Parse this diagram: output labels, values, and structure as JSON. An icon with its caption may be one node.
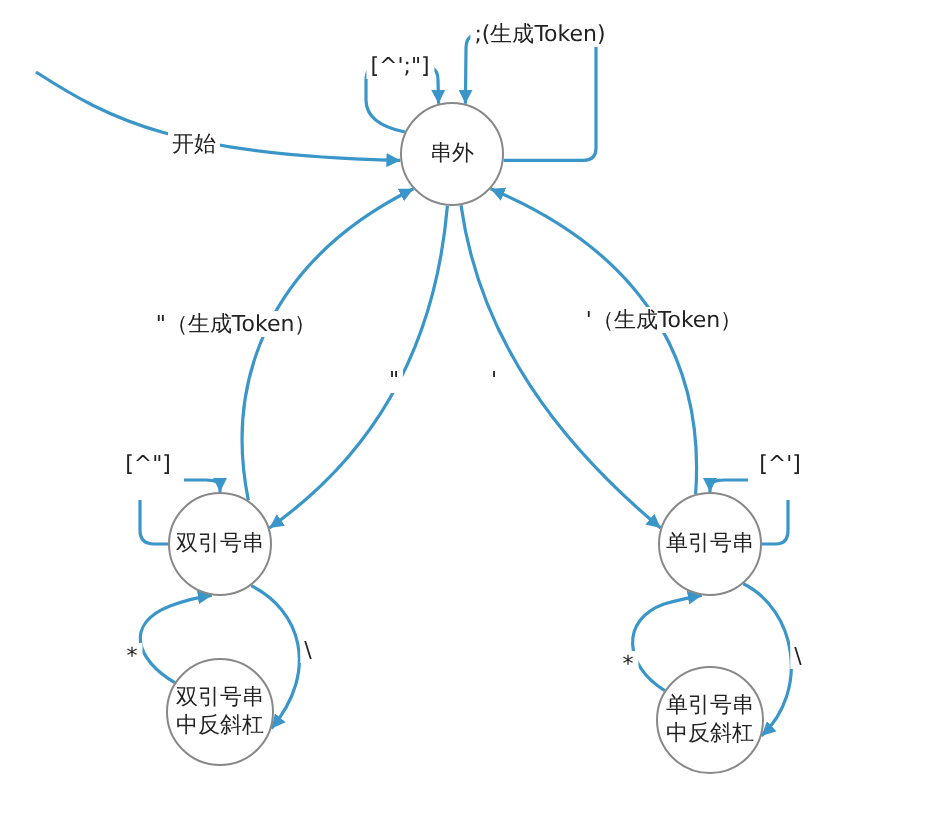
{
  "diagram": {
    "nodes": [
      {
        "text": [
          "串外"
        ]
      },
      {
        "text": [
          "双引号串"
        ]
      },
      {
        "text": [
          "单引号串"
        ]
      },
      {
        "text": [
          "双引号串中反斜杠"
        ]
      },
      {
        "text": [
          "单引号串中反斜杠"
        ]
      }
    ],
    "edges": [
      {
        "from": null,
        "to": 0,
        "arrow": "to",
        "label": "开始"
      },
      {
        "from": 0,
        "to": 0,
        "arrow": "to",
        "label": "[^';\"]"
      },
      {
        "from": 0,
        "to": 0,
        "arrow": "to",
        "label": ";(生成Token)"
      },
      {
        "from": 1,
        "to": 0,
        "arrow": "to",
        "label": "\"（生成Token）"
      },
      {
        "from": 0,
        "to": 1,
        "arrow": "to",
        "label": "\""
      },
      {
        "from": 0,
        "to": 2,
        "arrow": "to",
        "label": "'"
      },
      {
        "from": 2,
        "to": 0,
        "arrow": "to",
        "label": "'（生成Token）"
      },
      {
        "from": 1,
        "to": 1,
        "arrow": "to",
        "label": "[^\"]"
      },
      {
        "from": 2,
        "to": 2,
        "arrow": "to",
        "label": "[^']"
      },
      {
        "from": 3,
        "to": 1,
        "arrow": "to",
        "label": "*"
      },
      {
        "from": 1,
        "to": 3,
        "arrow": "to",
        "label": "\\"
      },
      {
        "from": 4,
        "to": 2,
        "arrow": "to",
        "label": "*"
      },
      {
        "from": 2,
        "to": 4,
        "arrow": "to",
        "label": "\\"
      }
    ]
  }
}
